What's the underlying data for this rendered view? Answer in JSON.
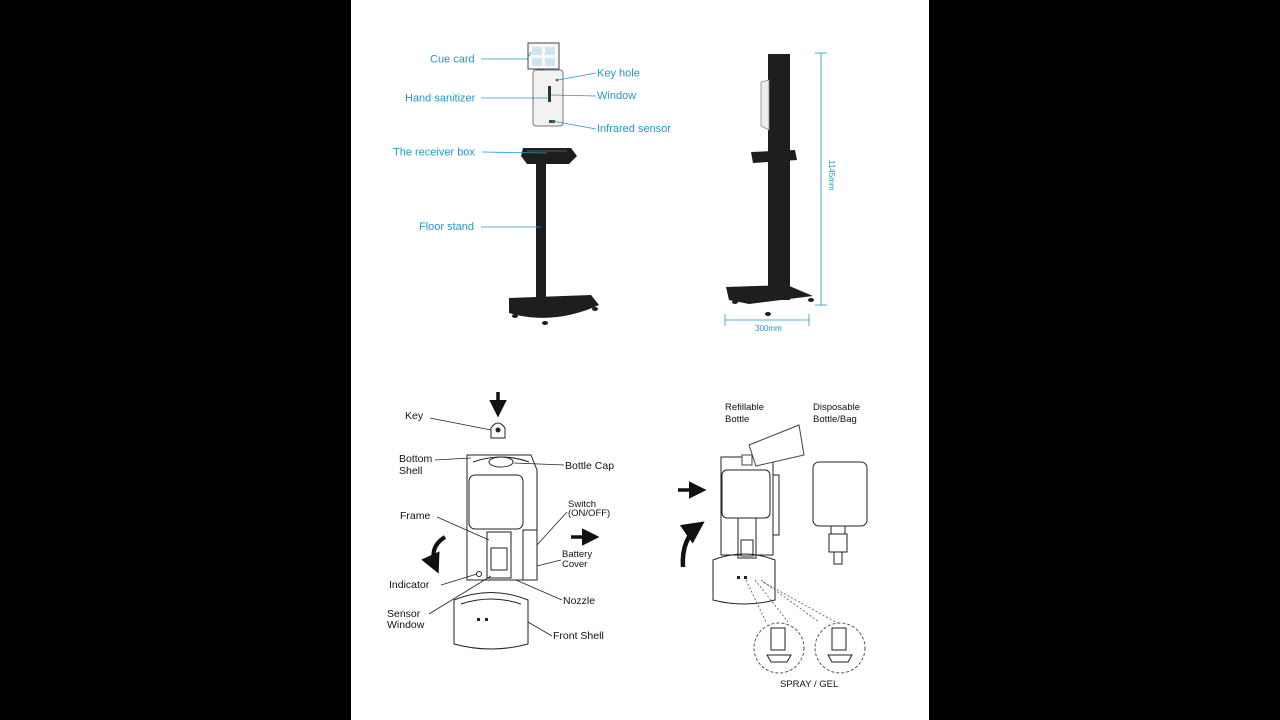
{
  "stand_callouts": {
    "cue_card": "Cue card",
    "hand_sanitizer": "Hand sanitizer",
    "receiver_box": "The receiver box",
    "floor_stand": "Floor stand",
    "key_hole": "Key hole",
    "window": "Window",
    "infrared_sensor": "Infrared sensor"
  },
  "dimensions": {
    "height": "1145mm",
    "width": "300mm"
  },
  "exploded_callouts": {
    "key": "Key",
    "bottom_shell_1": "Bottom",
    "bottom_shell_2": "Shell",
    "frame": "Frame",
    "indicator": "Indicator",
    "sensor_window_1": "Sensor",
    "sensor_window_2": "Window",
    "bottle_cap": "Bottle Cap",
    "switch_1": "Switch",
    "switch_2": "(ON/OFF)",
    "battery_cover_1": "Battery",
    "battery_cover_2": "Cover",
    "nozzle": "Nozzle",
    "front_shell": "Front Shell"
  },
  "refill_callouts": {
    "refillable_1": "Refillable",
    "refillable_2": "Bottle",
    "disposable_1": "Disposable",
    "disposable_2": "Bottle/Bag",
    "spray_gel": "SPRAY / GEL"
  },
  "colors": {
    "accent": "#1f9ac7",
    "stand": "#1e1e1e",
    "background": "#ffffff"
  }
}
